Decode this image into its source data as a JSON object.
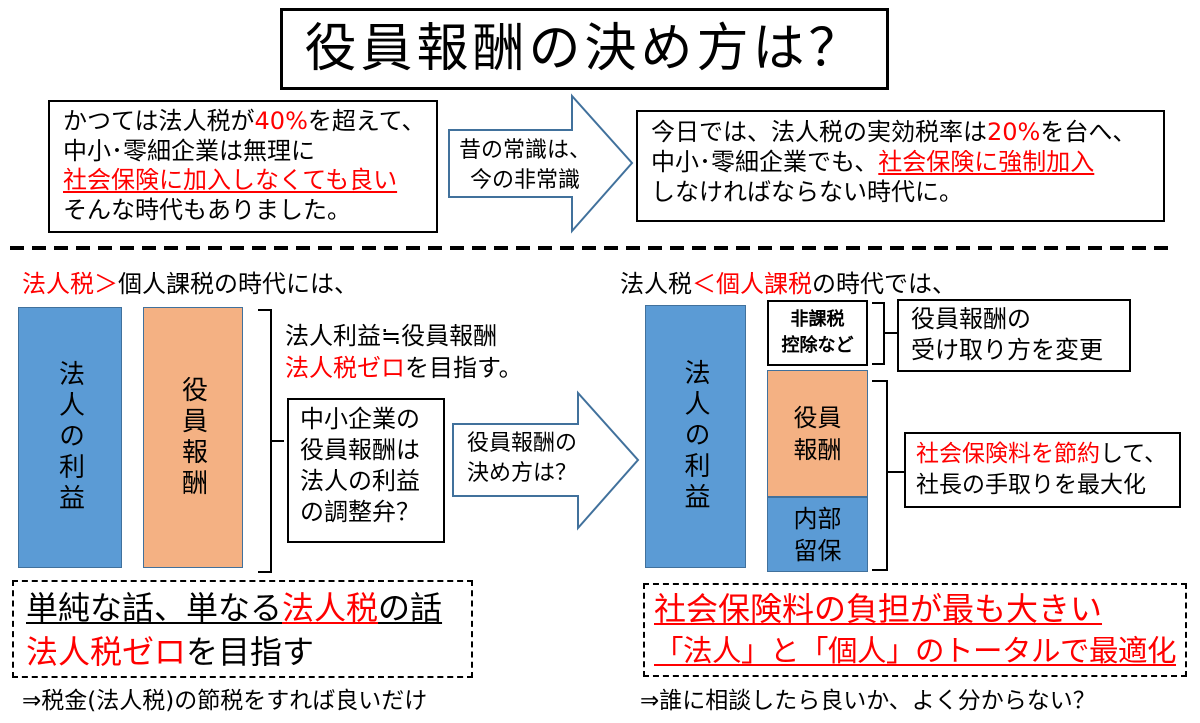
{
  "title": "役員報酬の決め方は？",
  "colors": {
    "highlight_text": "#ff0000",
    "corporate_profit_fill": "#5b9bd5",
    "executive_pay_fill": "#f4b183",
    "retained_earnings_fill": "#5b9bd5",
    "shape_outline": "#41719c"
  },
  "past": {
    "line1": [
      "かつては法人税が",
      "40%",
      "を超えて、"
    ],
    "line2": "中小･零細企業は無理に",
    "line3": "社会保険に加入しなくても良い",
    "line4": "そんな時代もありました。"
  },
  "transition_arrow": [
    "昔の常識は、",
    "今の非常識"
  ],
  "present": {
    "line1": [
      "今日では、法人税の実効税率は",
      "20%",
      "を台へ、"
    ],
    "line2": [
      "中小･零細企業でも、",
      "社会保険に強制加入"
    ],
    "line3": "しなければならない時代に。"
  },
  "left": {
    "heading": [
      "法人税＞",
      "個人課税の時代には、"
    ],
    "corporate_profit": "法人の利益",
    "executive_pay": "役員報酬",
    "equation": "法人利益≒役員報酬",
    "goal": [
      "法人税ゼロ",
      "を目指す。"
    ],
    "question": [
      "中小企業の",
      "役員報酬は",
      "法人の利益",
      "の調整弁？"
    ],
    "arrow": [
      "役員報酬の",
      "決め方は？"
    ],
    "summary_line1": [
      "単純な話、単なる",
      "法人税",
      "の話"
    ],
    "summary_line2": [
      "法人税ゼロ",
      "を目指す"
    ],
    "note": "⇒税金(法人税)の節税をすれば良いだけ"
  },
  "right": {
    "heading": [
      "法人税",
      "＜個人課税",
      "の時代では、"
    ],
    "corporate_profit": "法人の利益",
    "non_taxable": [
      "非課税",
      "控除など"
    ],
    "change": [
      "役員報酬の",
      "受け取り方を変更"
    ],
    "executive_pay": [
      "役員",
      "報酬"
    ],
    "retained_earnings": [
      "内部",
      "留保"
    ],
    "saving": {
      "line1": [
        "社会保険料を節約",
        "して、"
      ],
      "line2": "社長の手取りを最大化"
    },
    "summary_line1": "社会保険料の負担が最も大きい",
    "summary_line2": "「法人」と「個人」のトータルで最適化",
    "note": "⇒誰に相談したら良いか、よく分からない？"
  }
}
